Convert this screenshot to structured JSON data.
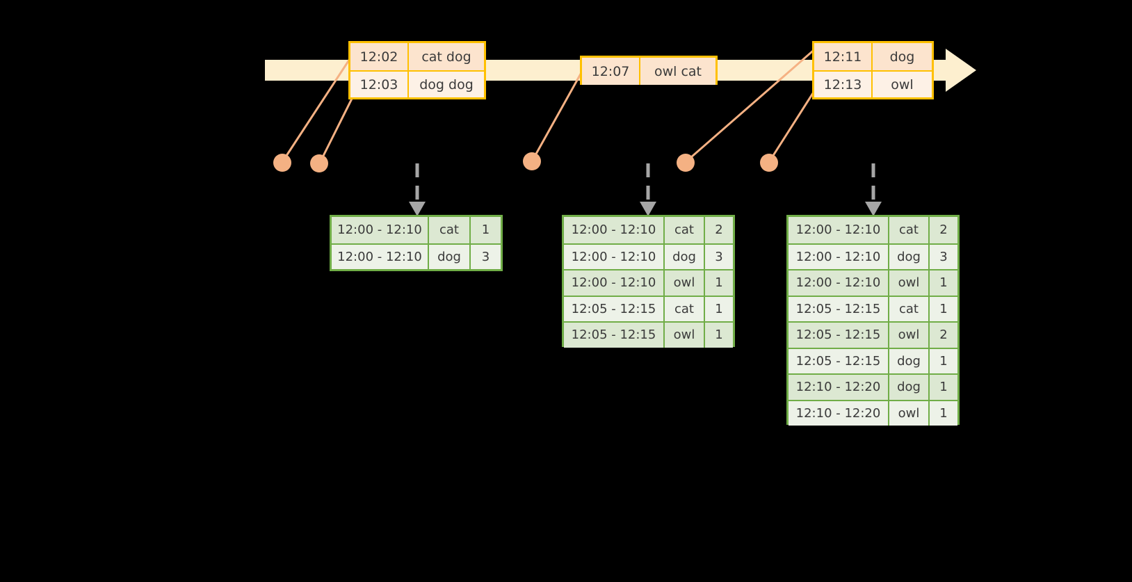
{
  "colors": {
    "background": "#000000",
    "timeline_fill": "#FDEFCF",
    "event_border": "#FFC000",
    "event_row_dark": "#FCE4CE",
    "event_row_light": "#FDF1E6",
    "connector": "#F5B183",
    "dot": "#F4B183",
    "table_border": "#70AD47",
    "table_row_dark": "#DCE8D2",
    "table_row_light": "#EDF2E8",
    "dashed_arrow": "#A6A6A6",
    "text": "#3A3A3A"
  },
  "timeline": {
    "name": "event-stream-timeline",
    "direction": "left-to-right",
    "events": [
      {
        "name": "event-group-1",
        "rows": [
          {
            "time": "12:02",
            "words": "cat dog"
          },
          {
            "time": "12:03",
            "words": "dog dog"
          }
        ]
      },
      {
        "name": "event-group-2",
        "rows": [
          {
            "time": "12:07",
            "words": "owl cat"
          }
        ]
      },
      {
        "name": "event-group-3",
        "rows": [
          {
            "time": "12:11",
            "words": "dog"
          },
          {
            "time": "12:13",
            "words": "owl"
          }
        ]
      }
    ]
  },
  "results": {
    "columns": [
      "window",
      "word",
      "count"
    ],
    "tables": [
      {
        "name": "result-table-1",
        "rows": [
          {
            "window": "12:00 - 12:10",
            "word": "cat",
            "count": "1"
          },
          {
            "window": "12:00 - 12:10",
            "word": "dog",
            "count": "3"
          }
        ]
      },
      {
        "name": "result-table-2",
        "rows": [
          {
            "window": "12:00 - 12:10",
            "word": "cat",
            "count": "2"
          },
          {
            "window": "12:00 - 12:10",
            "word": "dog",
            "count": "3"
          },
          {
            "window": "12:00 - 12:10",
            "word": "owl",
            "count": "1"
          },
          {
            "window": "12:05 - 12:15",
            "word": "cat",
            "count": "1"
          },
          {
            "window": "12:05 - 12:15",
            "word": "owl",
            "count": "1"
          }
        ]
      },
      {
        "name": "result-table-3",
        "rows": [
          {
            "window": "12:00 - 12:10",
            "word": "cat",
            "count": "2"
          },
          {
            "window": "12:00 - 12:10",
            "word": "dog",
            "count": "3"
          },
          {
            "window": "12:00 - 12:10",
            "word": "owl",
            "count": "1"
          },
          {
            "window": "12:05 - 12:15",
            "word": "cat",
            "count": "1"
          },
          {
            "window": "12:05 - 12:15",
            "word": "owl",
            "count": "2"
          },
          {
            "window": "12:05 - 12:15",
            "word": "dog",
            "count": "1"
          },
          {
            "window": "12:10 - 12:20",
            "word": "dog",
            "count": "1"
          },
          {
            "window": "12:10 - 12:20",
            "word": "owl",
            "count": "1"
          }
        ]
      }
    ]
  }
}
